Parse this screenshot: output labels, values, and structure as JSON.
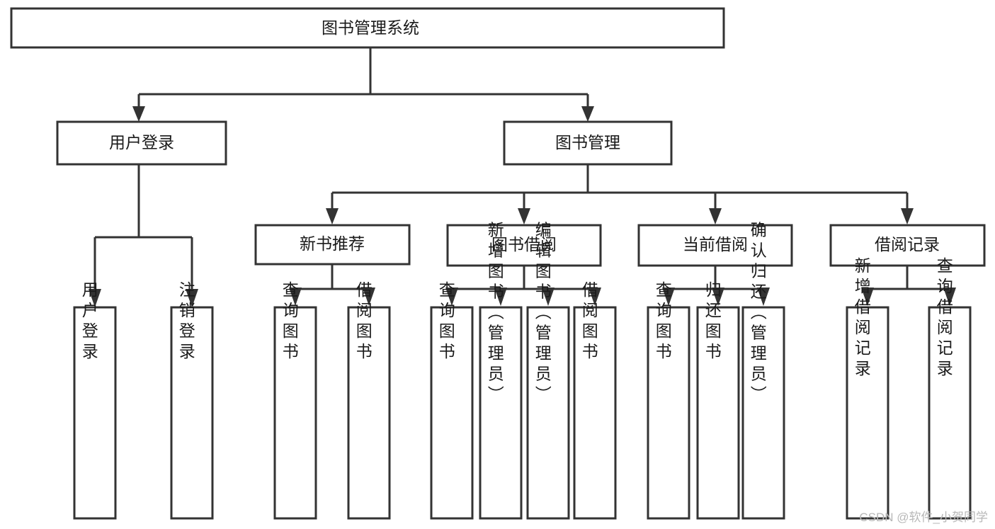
{
  "diagram": {
    "title": "图书管理系统",
    "watermark": "CSDN @软件_小贺同学",
    "colors": {
      "background": "#ffffff",
      "stroke": "#333333",
      "text": "#1a1a1a",
      "watermark": "#b8b8b8"
    },
    "nodes": {
      "root": "图书管理系统",
      "level2": [
        "用户登录",
        "图书管理"
      ],
      "level3": [
        "新书推荐",
        "图书借阅",
        "当前借阅",
        "借阅记录"
      ],
      "leaves": {
        "user_login": [
          "用户登录",
          "注销登录"
        ],
        "new_book": [
          "查询图书",
          "借阅图书"
        ],
        "borrow_book": [
          "查询图书",
          "新增图书（管理员）",
          "编辑图书（管理员）",
          "借阅图书"
        ],
        "current_borrow": [
          "查询图书",
          "归还图书",
          "确认归还（管理员）"
        ],
        "borrow_record": [
          "新增借阅记录",
          "查询借阅记录"
        ]
      }
    }
  }
}
